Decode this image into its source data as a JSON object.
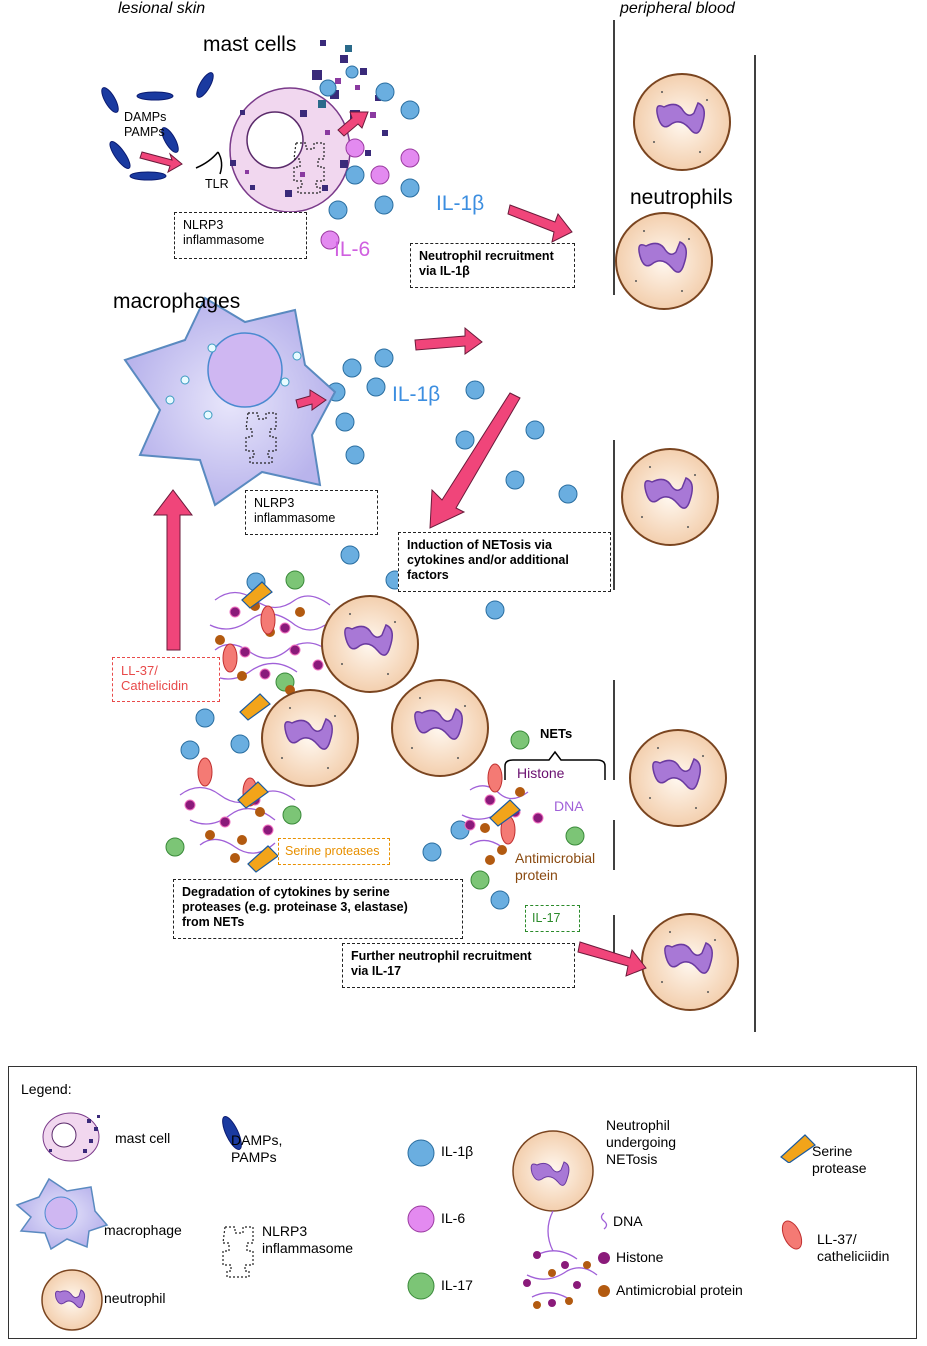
{
  "header": {
    "left_region": "lesional skin",
    "right_region": "peripheral blood"
  },
  "mast_cells": {
    "title": "mast cells",
    "damps_pamps": "DAMPs\nPAMPs",
    "tlr": "TLR",
    "nlrp3_box": "NLRP3\ninflammasome",
    "il1b_label": "IL-1β",
    "il6_label": "IL-6"
  },
  "neutrophils_title": "neutrophils",
  "recruitment_box": "Neutrophil recruitment\nvia IL-1β",
  "macrophages": {
    "title": "macrophages",
    "il1b_label": "IL-1β",
    "nlrp3_box": "NLRP3\ninflammasome"
  },
  "netosis_box": "Induction of NETosis via\ncytokines and/or additional\nfactors",
  "ll37_box": "LL-37/\nCathelicidin",
  "nets": {
    "title": "NETs",
    "histone": "Histone",
    "dna": "DNA",
    "antimicrobial": "Antimicrobial\nprotein"
  },
  "serine_box": "Serine proteases",
  "degradation_box": "Degradation of cytokines by serine\nproteases (e.g. proteinase 3, elastase)\nfrom NETs",
  "il17_box": "IL-17",
  "further_box": "Further neutrophil recruitment\nvia IL-17",
  "legend": {
    "title": "Legend:",
    "mast_cell": "mast cell",
    "macrophage": "macrophage",
    "neutrophil": "neutrophil",
    "damps": "DAMPs,\nPAMPs",
    "nlrp3": "NLRP3\ninflammasome",
    "il1b": "IL-1β",
    "il6": "IL-6",
    "il17": "IL-17",
    "netosis": "Neutrophil\nundergoing\nNETosis",
    "dna": "DNA",
    "histone": "Histone",
    "antimicrobial": "Antimicrobial protein",
    "serine": "Serine\nprotease",
    "ll37": "LL-37/\ncatheliciidin"
  },
  "colors": {
    "il1b": "#6aaee0",
    "il6": "#e38af0",
    "il17": "#7cc576",
    "arrow": "#f0457a",
    "neutrophil_fill": "#f6dcc4",
    "neutrophil_stroke": "#7a4520",
    "nucleus": "#a878d6",
    "macrophage": "#c8c4f0",
    "serine": "#f2a41a",
    "ll37": "#f47a74",
    "histone": "#8a1a7a",
    "antimicrobial": "#b25a10",
    "dna": "#a060d8",
    "cytokine_label": "#3c8ee0",
    "il6_label": "#d060e0",
    "ll37_text": "#e84a4a",
    "serine_text": "#e89000",
    "il17_text": "#2a8a2a",
    "histone_text": "#6a1070",
    "antimicrobial_text": "#8a4a10"
  }
}
